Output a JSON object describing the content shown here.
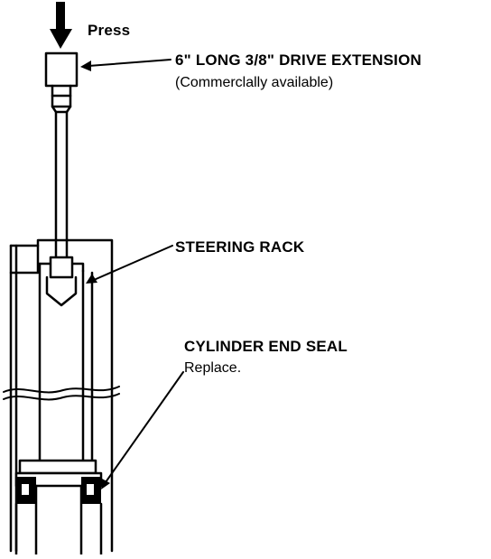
{
  "labels": {
    "press": "Press",
    "extension_title": "6\" LONG 3/8\" DRIVE EXTENSION",
    "extension_note": "(Commerclally available)",
    "steering_rack": "STEERING RACK",
    "seal_title": "CYLINDER END SEAL",
    "seal_note": "Replace."
  },
  "colors": {
    "line": "#000000",
    "background": "#ffffff"
  }
}
